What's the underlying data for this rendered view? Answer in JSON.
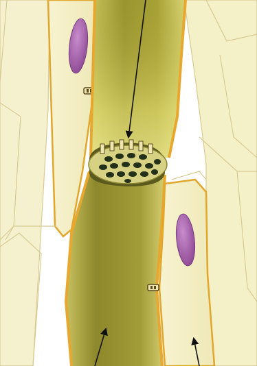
{
  "diagram": {
    "labels": [],
    "colors": {
      "background": "#ffffff",
      "cell_fill": "#f4f0c6",
      "cell_fill_light": "#f8f5d6",
      "cell_wall": "#e8a830",
      "cell_outline": "#d7c98c",
      "sieve_tube_dark": "#8f8a2a",
      "sieve_tube_light": "#d8d36a",
      "sieve_plate": "#c9c47a",
      "sieve_pore": "#23301a",
      "nucleus": "#a35fa8",
      "plasmodesma": "#5a4a1a",
      "arrow": "#111111"
    },
    "arrows": 3,
    "nuclei": 2,
    "sieve_pores": 16,
    "plasmodesmata": 2
  }
}
